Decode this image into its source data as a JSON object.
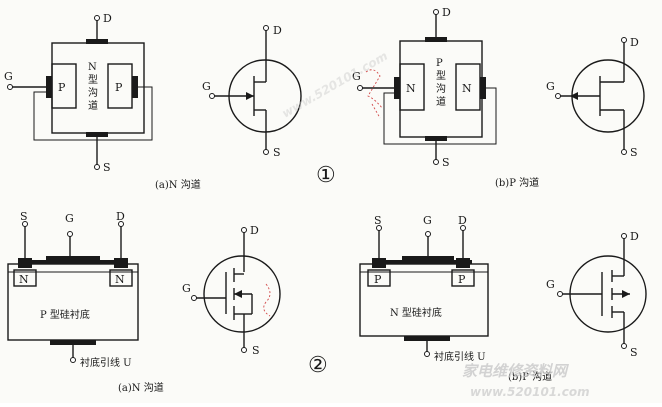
{
  "labels": {
    "d": "D",
    "g": "G",
    "s": "S",
    "n": "N",
    "p": "P",
    "n_type_channel": [
      "N",
      "型",
      "沟",
      "道"
    ],
    "p_type_channel": [
      "P",
      "型",
      "沟",
      "道"
    ]
  },
  "captions": {
    "a_n_channel": "(a)N 沟道",
    "b_p_channel": "(b)P 沟道",
    "a_n_channel_2": "(a)N 沟道",
    "b_p_channel_2": "(b)P 沟道"
  },
  "markers": {
    "one": "①",
    "two": "②"
  },
  "substrate": {
    "p_type": "P 型硅衬底",
    "n_type": "N 型硅衬底",
    "lead": "衬底引线 U"
  },
  "watermark": {
    "line1": "家电维修资料网",
    "line2": "www.520101.com"
  },
  "colors": {
    "ink": "#1a1a1a",
    "paper": "#fbfbf8",
    "watermark": "#c9c9c9",
    "pen": "#d24a4a"
  }
}
